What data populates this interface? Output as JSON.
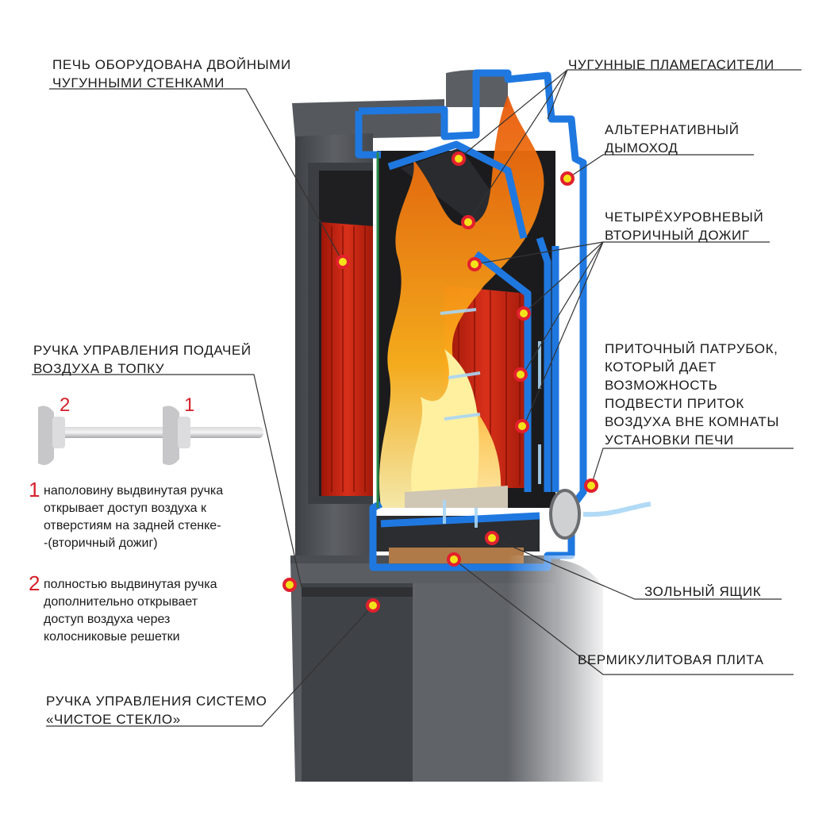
{
  "labels": {
    "double_walls": "ПЕЧЬ ОБОРУДОВАНА ДВОЙНЫМИ\nЧУГУННЫМИ СТЕНКАМИ",
    "flame_arresters": "ЧУГУННЫЕ ПЛАМЕГАСИТЕЛИ",
    "alt_chimney": "АЛЬТЕРНАТИВНЫЙ\nДЫМОХОД",
    "secondary_burn": "ЧЕТЫРЁХУРОВНЕВЫЙ\nВТОРИЧНЫЙ ДОЖИГ",
    "air_handle": "РУЧКА УПРАВЛЕНИЯ ПОДАЧЕЙ\nВОЗДУХА В ТОПКУ",
    "inlet_pipe": "ПРИТОЧНЫЙ ПАТРУБОК,\nКОТОРЫЙ ДАЕТ\nВОЗМОЖНОСТЬ\nПОДВЕСТИ ПРИТОК\nВОЗДУХА ВНЕ КОМНАТЫ\nУСТАНОВКИ ПЕЧИ",
    "ash_box": "ЗОЛЬНЫЙ ЯЩИК",
    "vermiculite": "ВЕРМИКУЛИТОВАЯ ПЛИТА",
    "clean_glass": "РУЧКА УПРАВЛЕНИЯ СИСТЕМО\n«ЧИСТОЕ СТЕКЛО»"
  },
  "handle_positions": {
    "pos2": "2",
    "pos1": "1"
  },
  "notes": [
    {
      "num": "1",
      "text": "наполовину выдвинутая ручка\nоткрывает доступ воздуха к\nотверстиям на задней стенке-\n-(вторичный дожиг)"
    },
    {
      "num": "2",
      "text": "полностью выдвинутая ручка\nдополнительно открывает\nдоступ воздуха через\nколосниковые решетки"
    }
  ],
  "colors": {
    "marker_fill": "#f3e21a",
    "marker_ring": "#e2202d",
    "accent_red": "#d6202a",
    "section_blue": "#1f78e0",
    "stove_body": "#55585d",
    "firebox_red": "#c6230f",
    "leader_line": "#333333"
  }
}
